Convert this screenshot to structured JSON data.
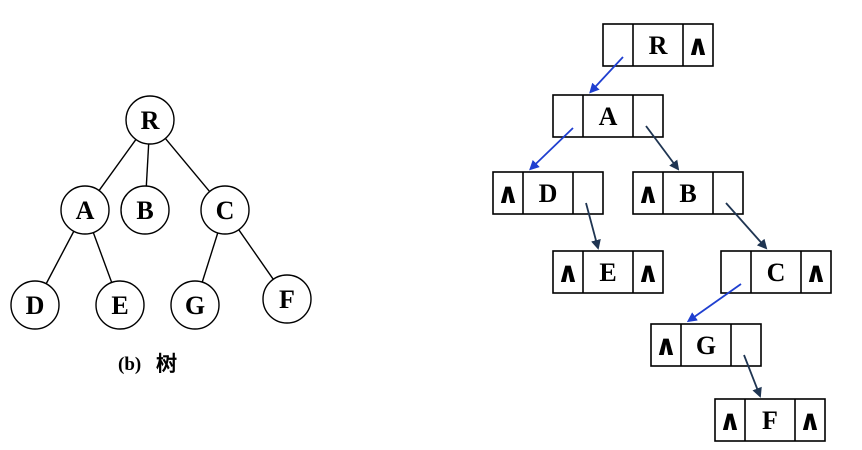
{
  "tree": {
    "caption_prefix": "(b)",
    "caption_text": "树",
    "nodes": [
      {
        "id": "R",
        "label": "R"
      },
      {
        "id": "A",
        "label": "A"
      },
      {
        "id": "B",
        "label": "B"
      },
      {
        "id": "C",
        "label": "C"
      },
      {
        "id": "D",
        "label": "D"
      },
      {
        "id": "E",
        "label": "E"
      },
      {
        "id": "G",
        "label": "G"
      },
      {
        "id": "F",
        "label": "F"
      }
    ],
    "edges": [
      [
        "R",
        "A"
      ],
      [
        "R",
        "B"
      ],
      [
        "R",
        "C"
      ],
      [
        "A",
        "D"
      ],
      [
        "A",
        "E"
      ],
      [
        "C",
        "G"
      ],
      [
        "C",
        "F"
      ]
    ]
  },
  "binary_tree": {
    "null_symbol": "∧",
    "nodes": [
      {
        "id": "R",
        "label": "R",
        "left": "",
        "right": "∧"
      },
      {
        "id": "A",
        "label": "A",
        "left": "",
        "right": ""
      },
      {
        "id": "D",
        "label": "D",
        "left": "∧",
        "right": ""
      },
      {
        "id": "B",
        "label": "B",
        "left": "∧",
        "right": ""
      },
      {
        "id": "E",
        "label": "E",
        "left": "∧",
        "right": "∧"
      },
      {
        "id": "C",
        "label": "C",
        "left": "",
        "right": "∧"
      },
      {
        "id": "G",
        "label": "G",
        "left": "∧",
        "right": ""
      },
      {
        "id": "F",
        "label": "F",
        "left": "∧",
        "right": "∧"
      }
    ],
    "links": [
      {
        "from": "R",
        "to": "A",
        "kind": "first-child",
        "color": "#1f3fd0"
      },
      {
        "from": "A",
        "to": "D",
        "kind": "first-child",
        "color": "#1f3fd0"
      },
      {
        "from": "A",
        "to": "B",
        "kind": "next-sibling",
        "color": "#1f3552"
      },
      {
        "from": "D",
        "to": "E",
        "kind": "next-sibling",
        "color": "#1f3552"
      },
      {
        "from": "B",
        "to": "C",
        "kind": "next-sibling",
        "color": "#1f3552"
      },
      {
        "from": "C",
        "to": "G",
        "kind": "first-child",
        "color": "#1f3fd0"
      },
      {
        "from": "G",
        "to": "F",
        "kind": "next-sibling",
        "color": "#1f3552"
      }
    ]
  }
}
